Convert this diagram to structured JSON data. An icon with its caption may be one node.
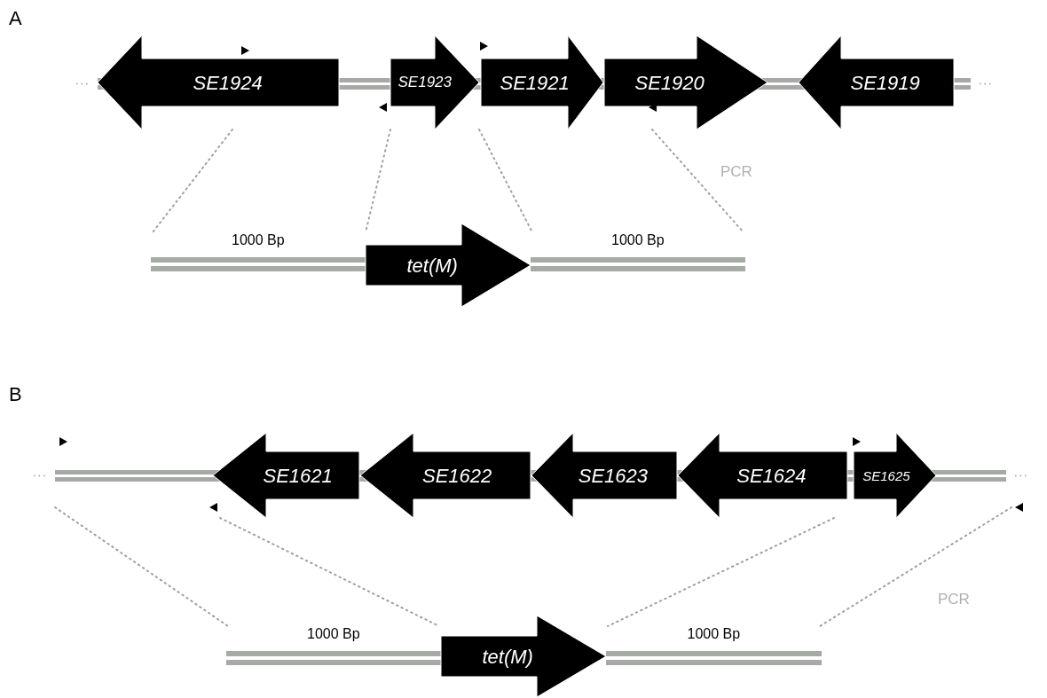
{
  "diagram": {
    "nodes": [
      {
        "text": [
          "SE1924"
        ]
      },
      {
        "text": [
          "SE1923"
        ]
      },
      {
        "text": [
          "SE1921"
        ]
      },
      {
        "text": [
          "SE1920"
        ]
      },
      {
        "text": [
          "SE1919"
        ]
      },
      {
        "text": [
          "1000 Bp"
        ]
      },
      {
        "text": [
          "tet(M)"
        ]
      },
      {
        "text": [
          "1000 Bp"
        ]
      },
      {
        "text": [
          "SE1621"
        ]
      },
      {
        "text": [
          "SE1622"
        ]
      },
      {
        "text": [
          "SE1623"
        ]
      },
      {
        "text": [
          "SE1624"
        ]
      },
      {
        "text": [
          "SE1625"
        ]
      },
      {
        "text": [
          "1000 Bp"
        ]
      },
      {
        "text": [
          "tet(M)"
        ]
      },
      {
        "text": [
          "1000 Bp"
        ]
      }
    ],
    "edges": [
      {
        "from": 0,
        "to": 5,
        "arrow": "none",
        "style": "dashed",
        "color": "#a0a0a0"
      },
      {
        "from": 1,
        "to": 5,
        "arrow": "none",
        "style": "dashed",
        "color": "#a0a0a0"
      },
      {
        "from": 2,
        "to": 7,
        "arrow": "none",
        "style": "dashed",
        "color": "#a0a0a0"
      },
      {
        "from": 3,
        "to": 7,
        "arrow": "none",
        "style": "dashed",
        "color": "#a0a0a0"
      },
      {
        "from": null,
        "to": 13,
        "arrow": "none",
        "style": "dashed",
        "color": "#a0a0a0"
      },
      {
        "from": 8,
        "to": 13,
        "arrow": "none",
        "style": "dashed",
        "color": "#a0a0a0"
      },
      {
        "from": 11,
        "to": 15,
        "arrow": "none",
        "style": "dashed",
        "color": "#a0a0a0"
      },
      {
        "from": null,
        "to": 15,
        "arrow": "none",
        "style": "dashed",
        "color": "#a0a0a0"
      }
    ],
    "labels": [
      "A",
      "PCR",
      "B",
      "PCR"
    ]
  }
}
